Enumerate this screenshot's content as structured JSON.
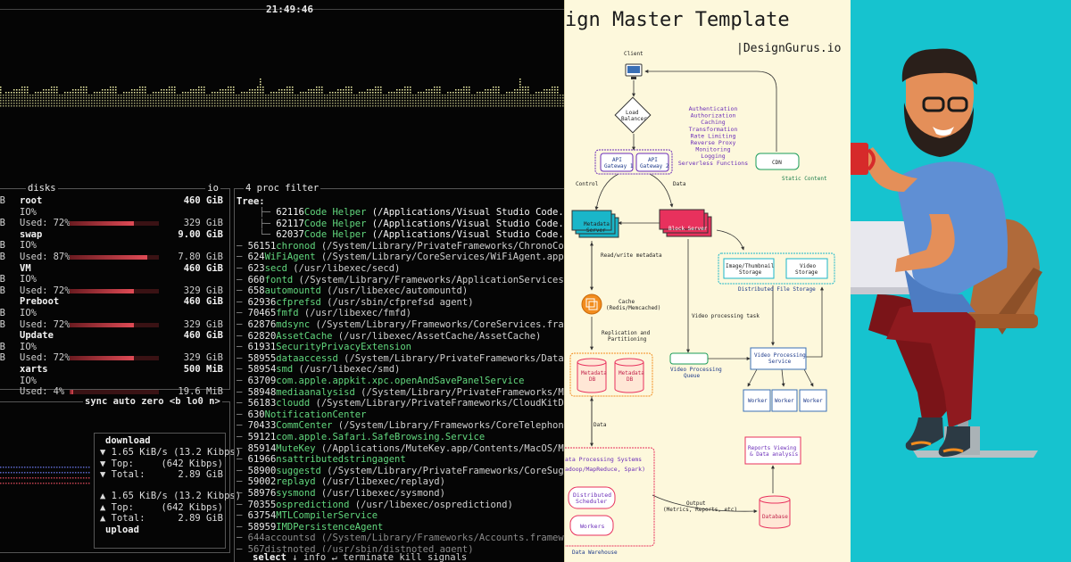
{
  "terminal": {
    "clock": "21:49:46",
    "disks": {
      "title": "disks",
      "io_label": "io",
      "left_gib": [
        "GiB",
        "GiB",
        "GiB",
        "GiB",
        "GiB",
        "GiB",
        "GiB",
        "GiB",
        "GiB",
        "GiB",
        "GiB",
        "GiB"
      ],
      "entries": [
        {
          "name": "root",
          "total": "460 GiB",
          "io": "IO%",
          "used_label": "Used:",
          "used_pct": "72%",
          "used_fraction": 0.72,
          "used_val": "329 GiB"
        },
        {
          "name": "swap",
          "total": "9.00 GiB",
          "io": "IO%",
          "used_label": "Used:",
          "used_pct": "87%",
          "used_fraction": 0.87,
          "used_val": "7.80 GiB"
        },
        {
          "name": "VM",
          "total": "460 GiB",
          "io": "IO%",
          "used_label": "Used:",
          "used_pct": "72%",
          "used_fraction": 0.72,
          "used_val": "329 GiB"
        },
        {
          "name": "Preboot",
          "total": "460 GiB",
          "io": "IO%",
          "used_label": "Used:",
          "used_pct": "72%",
          "used_fraction": 0.72,
          "used_val": "329 GiB"
        },
        {
          "name": "Update",
          "total": "460 GiB",
          "io": "IO%",
          "used_label": "Used:",
          "used_pct": "72%",
          "used_fraction": 0.72,
          "used_val": "329 GiB"
        },
        {
          "name": "xarts",
          "total": "500 MiB",
          "io": "IO%",
          "used_label": "Used:",
          "used_pct": "4%",
          "used_fraction": 0.04,
          "used_val": "19.6 MiB"
        }
      ]
    },
    "net": {
      "tags": [
        "sync",
        "auto",
        "zero",
        "<b",
        "lo0",
        "n>"
      ],
      "download_label": "download",
      "upload_label": "upload",
      "download": [
        {
          "label": "▼ 1.65 KiB/s (13.2 Kibps)",
          "value": ""
        },
        {
          "label": "▼ Top:",
          "value": "(642 Kibps)"
        },
        {
          "label": "▼ Total:",
          "value": "2.89 GiB"
        }
      ],
      "upload": [
        {
          "label": "▲ 1.65 KiB/s (13.2 Kibps)",
          "value": ""
        },
        {
          "label": "▲ Top:",
          "value": "(642 Kibps)"
        },
        {
          "label": "▲ Total:",
          "value": "2.89 GiB"
        }
      ]
    },
    "proc": {
      "tags": "4 proc filter",
      "tree_label": "Tree:",
      "bottom_select": "select",
      "bottom_rest": "↓ info ↵ terminate kill signals",
      "rows": [
        {
          "pfx": "    ├─ ",
          "pid": "62116",
          "name": "Code Helper",
          "cmd": " (/Applications/Visual Studio Code.app",
          "state": "sel"
        },
        {
          "pfx": "    ├─ ",
          "pid": "62117",
          "name": "Code Helper",
          "cmd": " (/Applications/Visual Studio Code.app",
          "state": "sel"
        },
        {
          "pfx": "    └─ ",
          "pid": "62037",
          "name": "Code Helper",
          "cmd": " (/Applications/Visual Studio Code.app",
          "state": "sel"
        },
        {
          "pfx": "─ ",
          "pid": "56151",
          "name": "chronod",
          "cmd": " (/System/Library/PrivateFrameworks/ChronoCore",
          "state": ""
        },
        {
          "pfx": "─ ",
          "pid": "624",
          "name": "WiFiAgent",
          "cmd": " (/System/Library/CoreServices/WiFiAgent.app/",
          "state": ""
        },
        {
          "pfx": "─ ",
          "pid": "623",
          "name": "secd",
          "cmd": " (/usr/libexec/secd)",
          "state": ""
        },
        {
          "pfx": "─ ",
          "pid": "660",
          "name": "fontd",
          "cmd": " (/System/Library/Frameworks/ApplicationServices.",
          "state": ""
        },
        {
          "pfx": "─ ",
          "pid": "658",
          "name": "automountd",
          "cmd": " (/usr/libexec/automountd)",
          "state": ""
        },
        {
          "pfx": "─ ",
          "pid": "62936",
          "name": "cfprefsd",
          "cmd": " (/usr/sbin/cfprefsd agent)",
          "state": ""
        },
        {
          "pfx": "─ ",
          "pid": "70465",
          "name": "fmfd",
          "cmd": " (/usr/libexec/fmfd)",
          "state": ""
        },
        {
          "pfx": "─ ",
          "pid": "62876",
          "name": "mdsync",
          "cmd": " (/System/Library/Frameworks/CoreServices.frame",
          "state": ""
        },
        {
          "pfx": "─ ",
          "pid": "62820",
          "name": "AssetCache",
          "cmd": " (/usr/libexec/AssetCache/AssetCache)",
          "state": ""
        },
        {
          "pfx": "─ ",
          "pid": "61931",
          "name": "SecurityPrivacyExtension",
          "cmd": "",
          "state": ""
        },
        {
          "pfx": "─ ",
          "pid": "58955",
          "name": "dataaccessd",
          "cmd": " (/System/Library/PrivateFrameworks/DataAc",
          "state": ""
        },
        {
          "pfx": "─ ",
          "pid": "58954",
          "name": "smd",
          "cmd": " (/usr/libexec/smd)",
          "state": ""
        },
        {
          "pfx": "─ ",
          "pid": "63709",
          "name": "com.apple.appkit.xpc.openAndSavePanelService",
          "cmd": "",
          "state": ""
        },
        {
          "pfx": "─ ",
          "pid": "58948",
          "name": "mediaanalysisd",
          "cmd": " (/System/Library/PrivateFrameworks/Me",
          "state": ""
        },
        {
          "pfx": "─ ",
          "pid": "56183",
          "name": "cloudd",
          "cmd": " (/System/Library/PrivateFrameworks/CloudKitDae",
          "state": ""
        },
        {
          "pfx": "─ ",
          "pid": "630",
          "name": "NotificationCenter",
          "cmd": "",
          "state": ""
        },
        {
          "pfx": "─ ",
          "pid": "70433",
          "name": "CommCenter",
          "cmd": " (/System/Library/Frameworks/CoreTelephony",
          "state": ""
        },
        {
          "pfx": "─ ",
          "pid": "59121",
          "name": "com.apple.Safari.SafeBrowsing.Service",
          "cmd": "",
          "state": ""
        },
        {
          "pfx": "─ ",
          "pid": "85914",
          "name": "MuteKey",
          "cmd": " (/Applications/MuteKey.app/Contents/MacOS/Mu",
          "state": ""
        },
        {
          "pfx": "─ ",
          "pid": "61966",
          "name": "nsattributedstringagent",
          "cmd": "",
          "state": ""
        },
        {
          "pfx": "─ ",
          "pid": "58900",
          "name": "suggestd",
          "cmd": " (/System/Library/PrivateFrameworks/CoreSugge",
          "state": ""
        },
        {
          "pfx": "─ ",
          "pid": "59002",
          "name": "replayd",
          "cmd": " (/usr/libexec/replayd)",
          "state": ""
        },
        {
          "pfx": "─ ",
          "pid": "58976",
          "name": "sysmond",
          "cmd": " (/usr/libexec/sysmond)",
          "state": ""
        },
        {
          "pfx": "─ ",
          "pid": "70355",
          "name": "ospredictiond",
          "cmd": " (/usr/libexec/ospredictiond)",
          "state": ""
        },
        {
          "pfx": "─ ",
          "pid": "63754",
          "name": "MTLCompilerService",
          "cmd": "",
          "state": ""
        },
        {
          "pfx": "─ ",
          "pid": "58959",
          "name": "IMDPersistenceAgent",
          "cmd": "",
          "state": ""
        },
        {
          "pfx": "─ ",
          "pid": "644",
          "name": "accountsd",
          "cmd": " (/System/Library/Frameworks/Accounts.framewo",
          "state": "dim"
        },
        {
          "pfx": "─ ",
          "pid": "567",
          "name": "distnoted",
          "cmd": " (/usr/sbin/distnoted agent)",
          "state": "dim"
        }
      ]
    }
  },
  "diagram": {
    "title": "ign Master Template",
    "brand": "|DesignGurus.io",
    "labels": {
      "client": "Client",
      "load_balancer_1": "Load",
      "load_balancer_2": "Balancer",
      "api_gw1_a": "API",
      "api_gw1_b": "Gateway 1",
      "api_gw2_a": "API",
      "api_gw2_b": "Gateway 2",
      "cdn": "CDN",
      "static_content": "Static Content",
      "control": "Control",
      "data": "Data",
      "metadata_server_1": "Metadata",
      "metadata_server_2": "Server",
      "block_server": "Block Server",
      "read_write": "Read/write metadata",
      "image_storage_1": "Image/Thumbnail",
      "image_storage_2": "Storage",
      "video_storage_1": "Video",
      "video_storage_2": "Storage",
      "dfs": "Distributed File Storage",
      "cache_1": "Cache",
      "cache_2": "(Redis/Memcached)",
      "replication_1": "Replication and",
      "replication_2": "Partitioning",
      "video_task": "Video processing task",
      "metadata_db_1a": "Metadata",
      "metadata_db_1b": "DB",
      "metadata_db_2a": "Metadata",
      "metadata_db_2b": "DB",
      "vp_queue_1": "Video Processing",
      "vp_queue_2": "Queue",
      "vp_service_1": "Video Processing",
      "vp_service_2": "Service",
      "worker_1": "Worker",
      "worker_2": "Worker",
      "worker_3": "Worker",
      "data_2": "Data",
      "reports_1": "Reports Viewing",
      "reports_2": "& Data analysis",
      "dps_1": "ata Processing Systems",
      "dps_2": "adoop/MapReduce, Spark)",
      "scheduler_1": "Distributed",
      "scheduler_2": "Scheduler",
      "workers": "Workers",
      "output_1": "Output",
      "output_2": "(Metrics, Reports, etc)",
      "database": "Database",
      "warehouse": "Data Warehouse"
    },
    "features": [
      "Authentication",
      "Authorization",
      "Caching",
      "Transformation",
      "Rate Limiting",
      "Reverse Proxy",
      "Monitoring",
      "Logging",
      "Serverless Functions"
    ]
  },
  "colors": {
    "terminal_bg": "#050505",
    "proc_name": "#62d87e",
    "used_bar": "#e04a55",
    "diagram_bg": "#fdf8dc",
    "diagram_accent_purple": "#6a2cb8",
    "diagram_teal": "#1ab6c9",
    "diagram_pink": "#e8315d",
    "illustration_bg": "#16c3cf"
  }
}
